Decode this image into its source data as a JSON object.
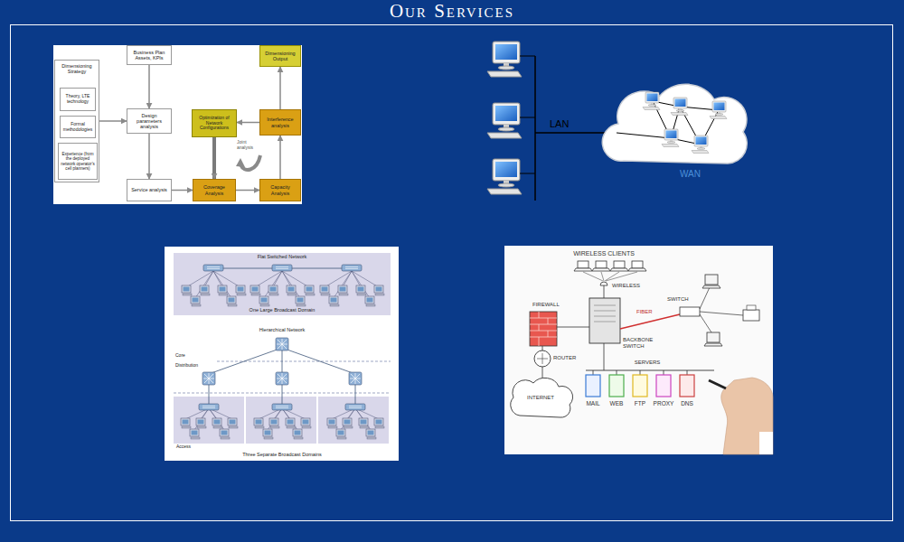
{
  "diagram": {
    "title": "Our Services",
    "nodes": [
      {
        "text": [
          "Dimensioning Strategy"
        ]
      },
      {
        "text": [
          "Theory, LTE technology"
        ],
        "in": 0
      },
      {
        "text": [
          "Formal methodologies"
        ],
        "in": 0
      },
      {
        "text": [
          "Experience (from the deployed network operator's cell planners)"
        ],
        "in": 0
      },
      {
        "text": [
          "Business Plan Assets, KPIs"
        ]
      },
      {
        "text": [
          "Design parameters analysis"
        ]
      },
      {
        "text": [
          "Service analysis"
        ]
      },
      {
        "text": [
          "Optimization of Network Configurations"
        ]
      },
      {
        "text": [
          "Coverage Analysis"
        ]
      },
      {
        "text": [
          "Dimensioning Output"
        ]
      },
      {
        "text": [
          "Interference analysis"
        ]
      },
      {
        "text": [
          "Capacity Analysis"
        ]
      }
    ],
    "edges": [
      {
        "from": 0,
        "to": 5,
        "arrow": "to"
      },
      {
        "from": 4,
        "to": 5,
        "arrow": "to"
      },
      {
        "from": 5,
        "to": 6,
        "arrow": "to"
      },
      {
        "from": 6,
        "to": 8,
        "arrow": "to"
      },
      {
        "from": 8,
        "to": 11,
        "arrow": "to"
      },
      {
        "from": 11,
        "to": 10,
        "arrow": "to"
      },
      {
        "from": 10,
        "to": 7,
        "arrow": "to"
      },
      {
        "from": 7,
        "to": 8,
        "arrow": "to"
      },
      {
        "from": 10,
        "to": 9,
        "arrow": "to"
      }
    ],
    "labels": [
      "Joint analysis",
      "LAN",
      "WAN",
      "Flat Switched Network",
      "One Large Broadcast Domain",
      "Hierarchical Network",
      "Core",
      "Distribution",
      "Access",
      "Three Separate Broadcast Domains",
      "WIRELESS CLIENTS",
      "WIRELESS",
      "FIREWALL",
      "SWITCH",
      "FIBER",
      "BACKBONE SWITCH",
      "ROUTER",
      "INTERNET",
      "SERVERS",
      "MAIL",
      "WEB",
      "FTP",
      "PROXY",
      "DNS"
    ]
  }
}
